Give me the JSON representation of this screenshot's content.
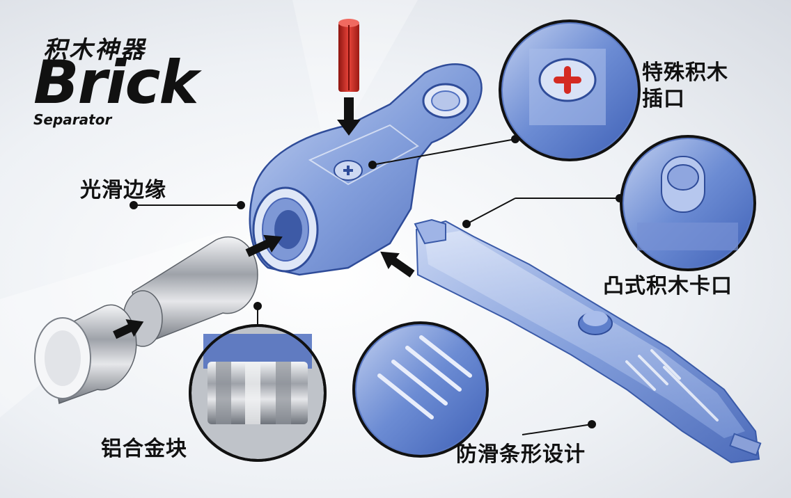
{
  "title": {
    "chinese": "积木神器",
    "main": "Brick",
    "sub": "Separator"
  },
  "callouts": {
    "edge": "光滑边缘",
    "insert": "特殊积木插口",
    "clip": "凸式积木卡口",
    "alloy": "铝合金块",
    "grip": "防滑条形设计"
  },
  "colors": {
    "plastic_blue": "#6f8fd6",
    "brick_red": "#d42a22",
    "metal": "#b9bcc2"
  }
}
